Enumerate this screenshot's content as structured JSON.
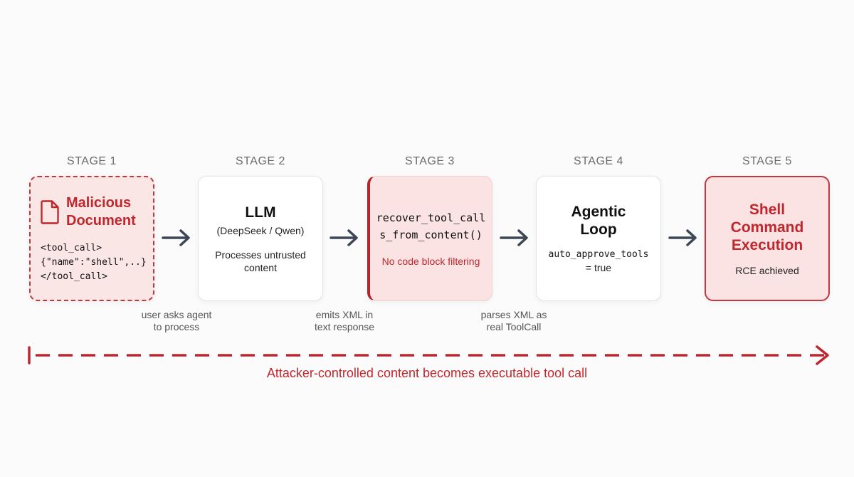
{
  "stages": [
    {
      "label": "STAGE 1",
      "title_line1": "Malicious",
      "title_line2": "Document",
      "code": "<tool_call>\n{\"name\":\"shell\",..}\n</tool_call>",
      "icon": "document-icon"
    },
    {
      "label": "STAGE 2",
      "title": "LLM",
      "subtitle": "(DeepSeek / Qwen)",
      "description": "Processes untrusted content"
    },
    {
      "label": "STAGE 3",
      "function_line1": "recover_tool_call",
      "function_line2": "s_from_content()",
      "note": "No code block filtering"
    },
    {
      "label": "STAGE 4",
      "title_line1": "Agentic",
      "title_line2": "Loop",
      "code_line1": "auto_approve_tools",
      "code_line2": "= true"
    },
    {
      "label": "STAGE 5",
      "title_line1": "Shell",
      "title_line2": "Command",
      "title_line3": "Execution",
      "description": "RCE achieved"
    }
  ],
  "transitions": [
    {
      "line1": "user asks agent",
      "line2": "to process"
    },
    {
      "line1": "emits XML in",
      "line2": "text response"
    },
    {
      "line1": "parses XML as",
      "line2": "real ToolCall"
    }
  ],
  "footer": "Attacker-controlled content becomes executable tool call",
  "colors": {
    "accent_red": "#c0272d",
    "danger_fill": "#fbe3e3",
    "arrow": "#3d4654",
    "muted_text": "#6b6b6b"
  }
}
